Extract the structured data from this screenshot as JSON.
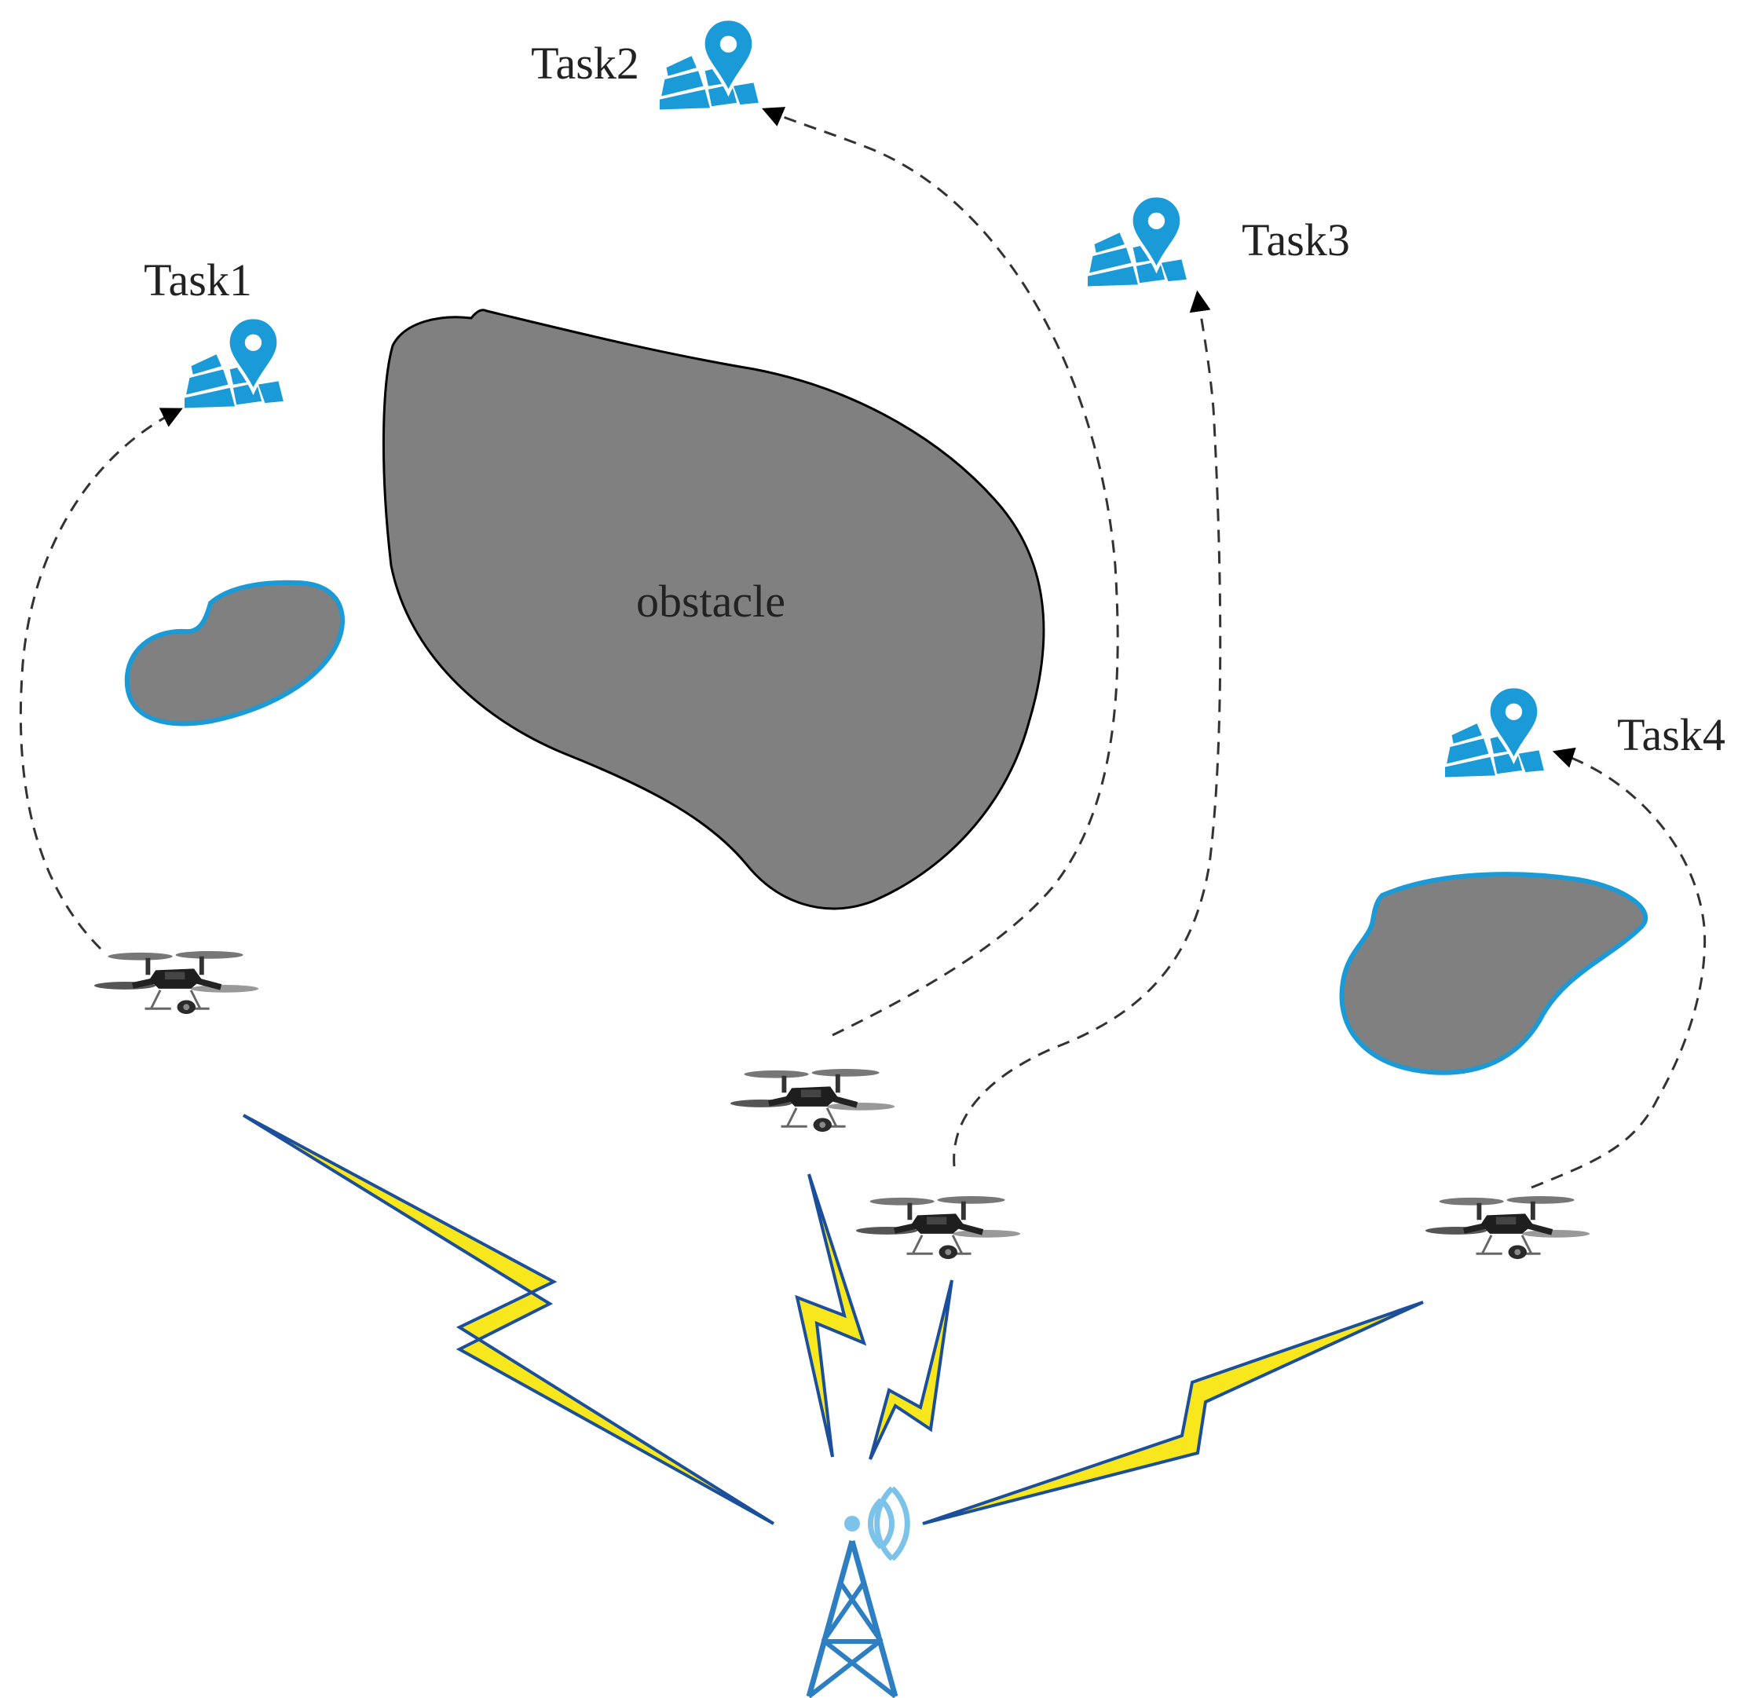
{
  "labels": {
    "task1": "Task1",
    "task2": "Task2",
    "task3": "Task3",
    "task4": "Task4",
    "obstacle": "obstacle"
  },
  "colors": {
    "obstacle_fill": "#808080",
    "obstacle_outline": "#000000",
    "small_obstacle_outline": "#1a9ad6",
    "task_icon": "#1a9ad6",
    "signal_fill": "#f8e71c",
    "signal_outline": "#1b4f9c",
    "tower": "#2d7fc1",
    "tower_waves": "#7cc3ea",
    "path": "#333333"
  },
  "icons": {
    "task": "map-pin-icon",
    "uav": "drone-icon",
    "station": "antenna-tower-icon",
    "link": "lightning-bolt-icon"
  }
}
